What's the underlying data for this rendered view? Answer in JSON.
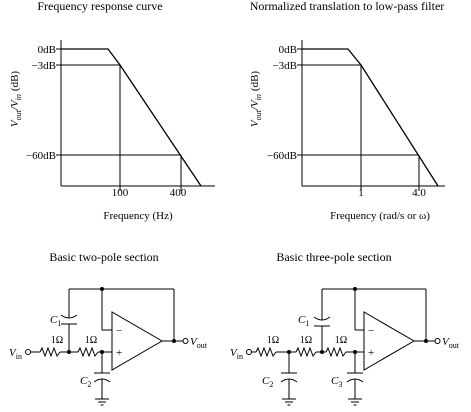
{
  "graphs": {
    "left": {
      "title": "Frequency response curve",
      "y_axis": {
        "v": "V",
        "out": "out",
        "slash": "/V",
        "in": "in",
        "unit": "(dB)"
      },
      "y_ticks": [
        "0dB",
        "−3dB",
        "−60dB"
      ],
      "x_ticks": [
        "100",
        "400"
      ],
      "xlabel": "Frequency (Hz)"
    },
    "right": {
      "title": "Normalized translation to low-pass filter",
      "y_axis": {
        "v": "V",
        "out": "out",
        "slash": "/V",
        "in": "in",
        "unit": "(dB)"
      },
      "y_ticks": [
        "0dB",
        "−3dB",
        "−60dB"
      ],
      "x_ticks": [
        "1",
        "4.0"
      ],
      "xlabel": "Frequency (rad/s or ω)"
    }
  },
  "circuits": {
    "two_pole": {
      "title": "Basic two-pole section",
      "c1": "C",
      "c1_sub": "1",
      "c2": "C",
      "c2_sub": "2",
      "r1": "1Ω",
      "r2": "1Ω",
      "vin": "V",
      "vin_sub": "in",
      "vout": "V",
      "vout_sub": "out",
      "minus": "−",
      "plus": "+"
    },
    "three_pole": {
      "title": "Basic three-pole section",
      "c1": "C",
      "c1_sub": "1",
      "c2": "C",
      "c2_sub": "2",
      "c3": "C",
      "c3_sub": "3",
      "r1": "1Ω",
      "r2": "1Ω",
      "r3": "1Ω",
      "vin": "V",
      "vin_sub": "in",
      "vout": "V",
      "vout_sub": "out",
      "minus": "−",
      "plus": "+"
    }
  }
}
